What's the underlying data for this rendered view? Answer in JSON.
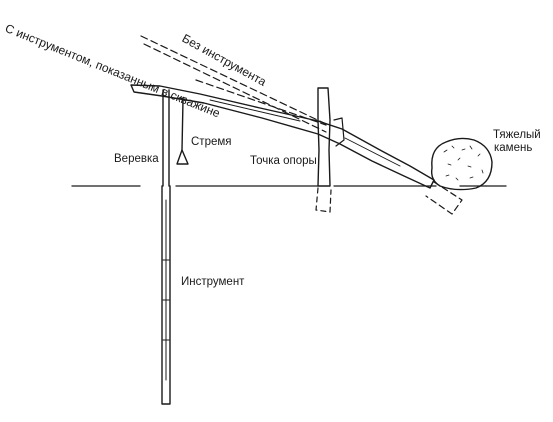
{
  "labels": {
    "with_tool": "С инструментом, показанным в скважине",
    "without_tool": "Без инструмента",
    "rope": "Веревка",
    "stirrup": "Стремя",
    "fulcrum": "Точка опоры",
    "heavy_stone_line1": "Тяжелый",
    "heavy_stone_line2": "камень",
    "tool": "Инструмент"
  },
  "colors": {
    "ink": "#1a1a1a",
    "background": "#ffffff"
  }
}
